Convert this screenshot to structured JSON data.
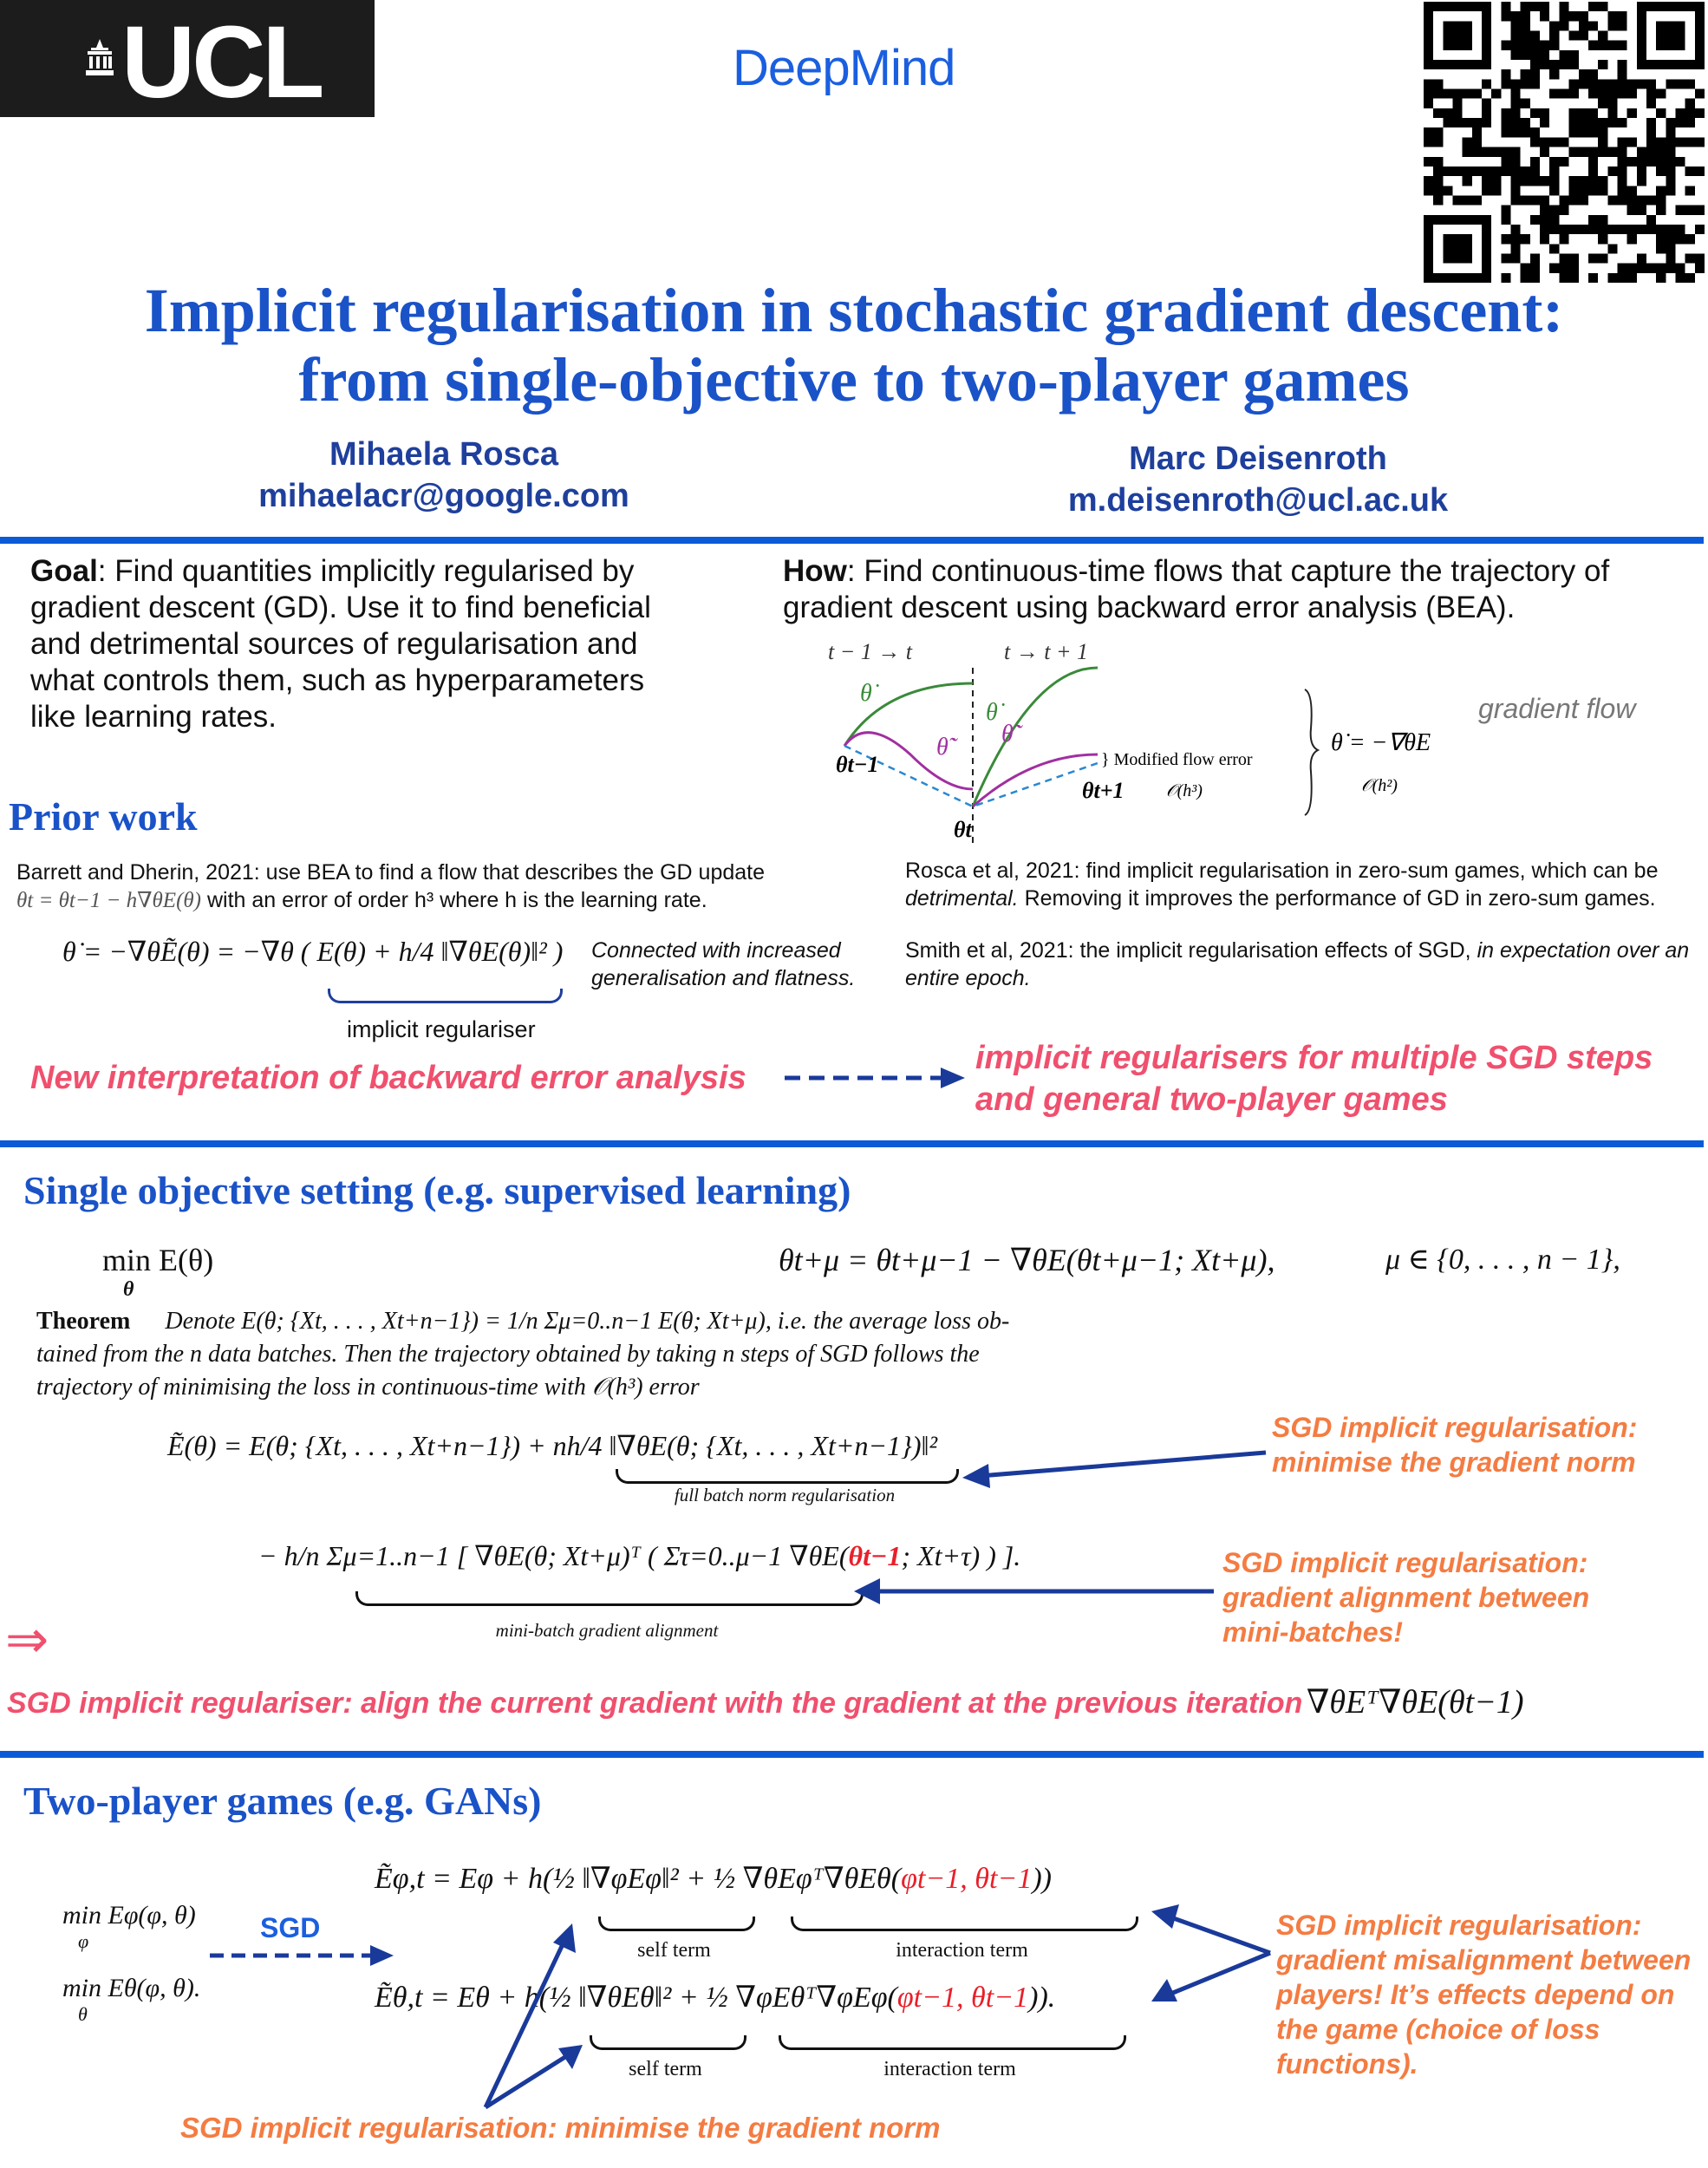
{
  "header": {
    "ucl_logo": "UCL",
    "deepmind_logo": "DeepMind",
    "qr_code": "qr-code",
    "title_line1": "Implicit regularisation in stochastic gradient descent:",
    "title_line2": "from single-objective to two-player games",
    "authors": [
      {
        "name": "Mihaela Rosca",
        "email": "mihaelacr@google.com"
      },
      {
        "name": "Marc Deisenroth",
        "email": "m.deisenroth@ucl.ac.uk"
      }
    ]
  },
  "intro": {
    "goal_label": "Goal",
    "goal_text": ":  Find quantities implicitly regularised by gradient descent (GD). Use it to find beneficial and detrimental sources of regularisation and what controls them, such as hyperparameters like learning rates.",
    "how_label": "How",
    "how_text": ": Find continuous-time flows that capture the trajectory of gradient descent using backward error analysis (BEA).",
    "diagram": {
      "step1": "t − 1 → t",
      "step2": "t → t + 1",
      "theta_dot": "θ̇",
      "theta_tilde_dot": "θ̃̇",
      "theta_prev": "θt−1",
      "theta_t": "θt",
      "theta_next": "θt+1",
      "modified_flow_error": "} Modified flow error",
      "o_h3": "𝒪(h³)",
      "flow_eq": "θ̇ = −∇θE",
      "o_h2": "𝒪(h²)",
      "gradient_flow": "gradient flow"
    }
  },
  "prior_work": {
    "heading": "Prior work",
    "barrett_line1": "Barrett and Dherin, 2021: use BEA to find a flow that describes the GD update",
    "barrett_update": "θt = θt−1 − h∇θE(θ)",
    "barrett_line2": " with an error of order h³ where h is the learning rate.",
    "barrett_eq_left": "θ̇ = −∇θẼ(θ) = −∇θ",
    "barrett_eq_inner": "( E(θ) + h/4 ‖∇θE(θ)‖² )",
    "barrett_note": "Connected with increased generalisation and flatness.",
    "implicit_regulariser": "implicit regulariser",
    "rosca_text": "Rosca et al, 2021: find implicit regularisation in zero-sum games, which can be",
    "rosca_italic": "detrimental.",
    "rosca_rest": " Removing it improves the performance of GD in zero-sum games.",
    "smith_text": "Smith et al, 2021: the implicit regularisation effects of SGD, ",
    "smith_italic": "in expectation over an entire epoch.",
    "new_interpretation": "New interpretation of backward error analysis",
    "implicit_multi_line1": "implicit regularisers for multiple SGD steps",
    "implicit_multi_line2": "and general two-player games"
  },
  "single_objective": {
    "heading": "Single objective setting (e.g. supervised learning)",
    "min_eq": "min E(θ)",
    "min_sub": "θ",
    "sgd_update": "θt+μ = θt+μ−1 − ∇θE(θt+μ−1; Xt+μ),",
    "mu_range": "μ ∈ {0, . . . , n − 1},",
    "theorem_label": "Theorem",
    "theorem_line1": "Denote E(θ; {Xt, . . . , Xt+n−1}) = 1/n Σμ=0..n−1 E(θ; Xt+μ), i.e. the average loss ob-",
    "theorem_line2": "tained from the n data batches. Then the trajectory obtained by taking n steps of SGD follows the",
    "theorem_line3": "trajectory of minimising the loss in continuous-time with 𝒪(h³) error",
    "eq1_left": "Ẽ(θ) = E(θ; {Xt, . . . , Xt+n−1}) + nh/4",
    "eq1_norm": "‖∇θE(θ; {Xt, . . . , Xt+n−1})‖²",
    "eq1_label": "full batch norm regularisation",
    "eq2_prefix": "− h/n Σμ=1..n−1",
    "eq2_body": "[ ∇θE(θ; Xt+μ)ᵀ ( Στ=0..μ−1 ∇θE(",
    "eq2_red": "θt−1",
    "eq2_tail": "; Xt+τ) ) ].",
    "eq2_label": "mini-batch gradient alignment",
    "note1_line1": "SGD implicit regularisation:",
    "note1_line2": "minimise the gradient norm",
    "note2_line1": "SGD implicit regularisation:",
    "note2_line2": "gradient alignment between",
    "note2_line3": "mini-batches!",
    "implies": "⇒",
    "conclusion": "SGD implicit regulariser: align the current gradient with the gradient at the previous iteration",
    "conclusion_math": "∇θEᵀ∇θE(θt−1)"
  },
  "two_player": {
    "heading": "Two-player games (e.g. GANs)",
    "min_phi": "min Eφ(φ, θ)",
    "min_phi_sub": "φ",
    "min_theta": "min Eθ(φ, θ).",
    "min_theta_sub": "θ",
    "sgd_label": "SGD",
    "eq_phi_left": "Ẽφ,t = Eφ + h(",
    "eq_phi_self": "½ ‖∇φEφ‖²",
    "eq_phi_inter": "+ ½ ∇θEφᵀ∇θEθ(",
    "eq_phi_red": "φt−1, θt−1",
    "eq_phi_end": "))",
    "eq_theta_left": "Ẽθ,t = Eθ + h(",
    "eq_theta_self": "½ ‖∇θEθ‖²",
    "eq_theta_inter": "+ ½ ∇φEθᵀ∇φEφ(",
    "eq_theta_red": "φt−1, θt−1",
    "eq_theta_end": ")).",
    "self_term": "self term",
    "interaction_term": "interaction term",
    "note_right_lines": [
      "SGD implicit regularisation:",
      "gradient misalignment between",
      "players! It’s effects depend on",
      "the game (choice of loss",
      "functions)."
    ],
    "note_bottom": "SGD implicit regularisation: minimise the gradient norm"
  },
  "colors": {
    "rule": "#0b5bd8",
    "heading": "#1a52c8",
    "pink": "#f0506e",
    "orange": "#f47c42",
    "arrow": "#1a3a9a",
    "red": "#e8202a"
  }
}
